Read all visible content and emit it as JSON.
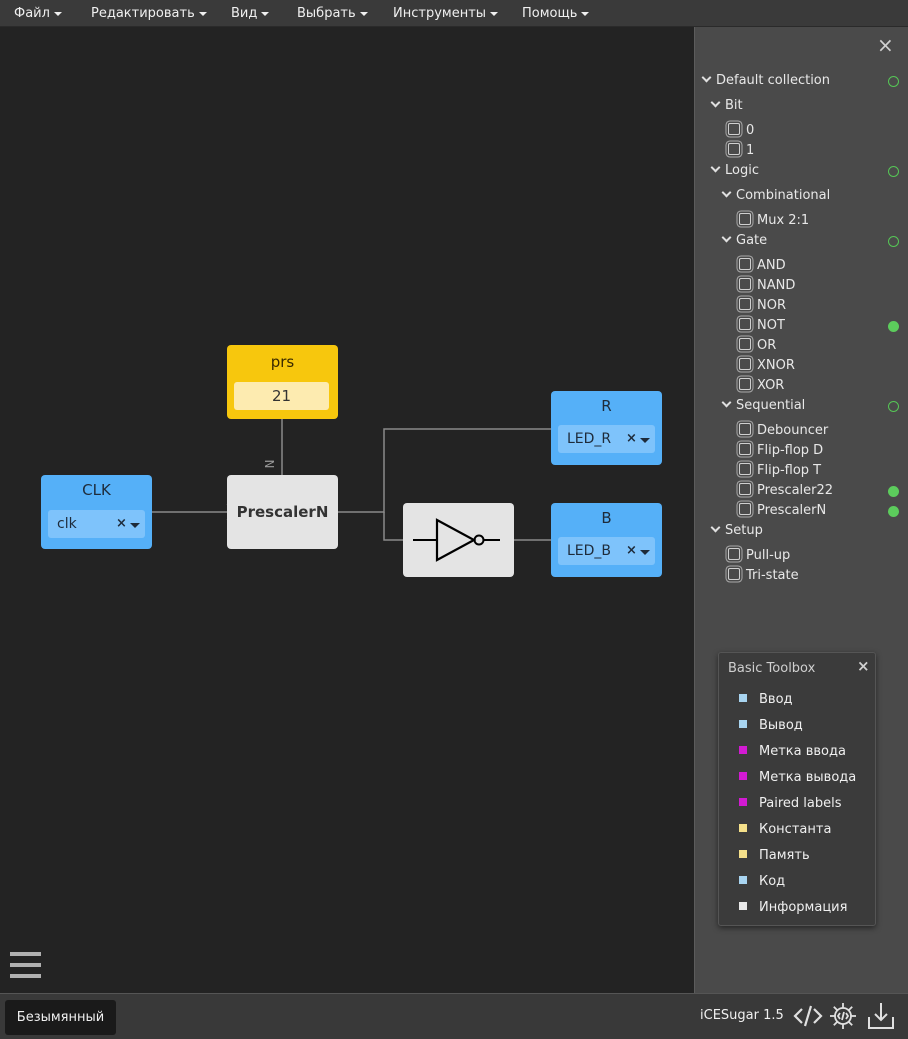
{
  "menu": [
    {
      "label": "Файл"
    },
    {
      "label": "Редактировать"
    },
    {
      "label": "Вид"
    },
    {
      "label": "Выбрать"
    },
    {
      "label": "Инструменты"
    },
    {
      "label": "Помощь"
    }
  ],
  "canvas": {
    "clk": {
      "title": "CLK",
      "value": "clk",
      "clear": "×"
    },
    "const": {
      "title": "prs",
      "value": "21",
      "param_label": "N"
    },
    "module": {
      "label": "PrescalerN"
    },
    "out_r": {
      "title": "R",
      "value": "LED_R",
      "clear": "×"
    },
    "out_b": {
      "title": "B",
      "value": "LED_B",
      "clear": "×"
    },
    "gate_icon": "not-gate-icon"
  },
  "sidebar": {
    "close": "×",
    "collection": "Default collection",
    "groups": {
      "bit": "Bit",
      "bit_items": [
        "0",
        "1"
      ],
      "logic": "Logic",
      "combinational": "Combinational",
      "combinational_items": [
        "Mux 2:1"
      ],
      "gate": "Gate",
      "gate_items": [
        "AND",
        "NAND",
        "NOR",
        "NOT",
        "OR",
        "XNOR",
        "XOR"
      ],
      "sequential": "Sequential",
      "sequential_items": [
        "Debouncer",
        "Flip-flop D",
        "Flip-flop T",
        "Prescaler22",
        "PrescalerN"
      ],
      "setup": "Setup",
      "setup_items": [
        "Pull-up",
        "Tri-state"
      ]
    },
    "status_color": "#5ccc5c"
  },
  "toolbox": {
    "title": "Basic Toolbox",
    "close": "×",
    "items": [
      {
        "label": "Ввод",
        "color": "#a8d4f0"
      },
      {
        "label": "Вывод",
        "color": "#a8d4f0"
      },
      {
        "label": "Метка ввода",
        "color": "#d21ad2"
      },
      {
        "label": "Метка вывода",
        "color": "#d21ad2"
      },
      {
        "label": "Paired labels",
        "color": "#d21ad2"
      },
      {
        "label": "Константа",
        "color": "#f5e08a"
      },
      {
        "label": "Память",
        "color": "#f5e08a"
      },
      {
        "label": "Код",
        "color": "#a8d4f0"
      },
      {
        "label": "Информация",
        "color": "#e8e8e8"
      }
    ]
  },
  "footer": {
    "project": "Безымянный",
    "version": "iCESugar 1.5",
    "icons": [
      "code-icon",
      "settings-icon",
      "download-icon"
    ]
  }
}
